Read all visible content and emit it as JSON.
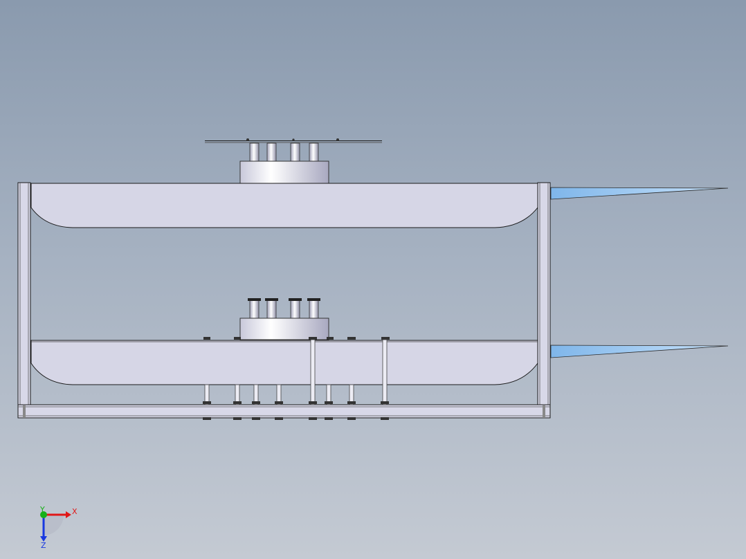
{
  "viewport": {
    "background_top": "#8a9aae",
    "background_bottom": "#c4cad3"
  },
  "model": {
    "fill_color": "#d6d6e6",
    "edge_color": "#1a1a1a",
    "fin_color": "#8ec0ee"
  },
  "triad": {
    "x_label": "X",
    "y_label": "Y",
    "z_label": "Z",
    "x_color": "#e01818",
    "y_color": "#18b018",
    "z_color": "#1838e0"
  }
}
